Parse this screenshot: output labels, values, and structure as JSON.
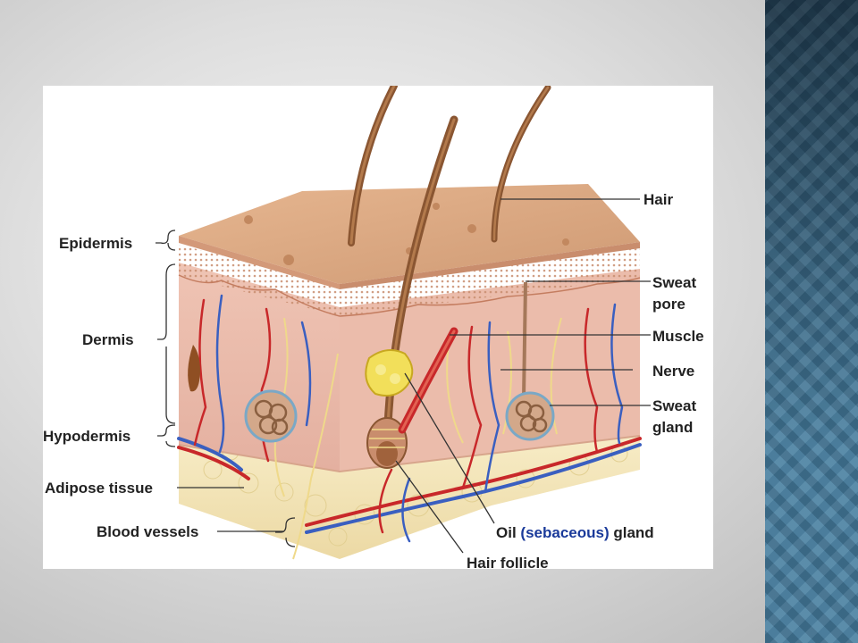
{
  "labels": {
    "hair": "Hair",
    "epidermis": "Epidermis",
    "dermis": "Dermis",
    "hypodermis": "Hypodermis",
    "adipose_tissue": "Adipose tissue",
    "blood_vessels": "Blood vessels",
    "sweat_pore_line1": "Sweat",
    "sweat_pore_line2": "pore",
    "muscle": "Muscle",
    "nerve": "Nerve",
    "sweat_gland_line1": "Sweat",
    "sweat_gland_line2": "gland",
    "oil_gland_part1": "Oil",
    "oil_gland_part2": "(sebaceous)",
    "oil_gland_part3": "gland",
    "hair_follicle": "Hair follicle"
  },
  "colors": {
    "sebaceous_text": "#1a3a9a",
    "label_text": "#222222",
    "artery": "#c8282a",
    "vein": "#3a5fc0",
    "skin_surface": "#d9a77e",
    "dermis": "#e8b9a6",
    "hypodermis": "#f3e4b6"
  }
}
